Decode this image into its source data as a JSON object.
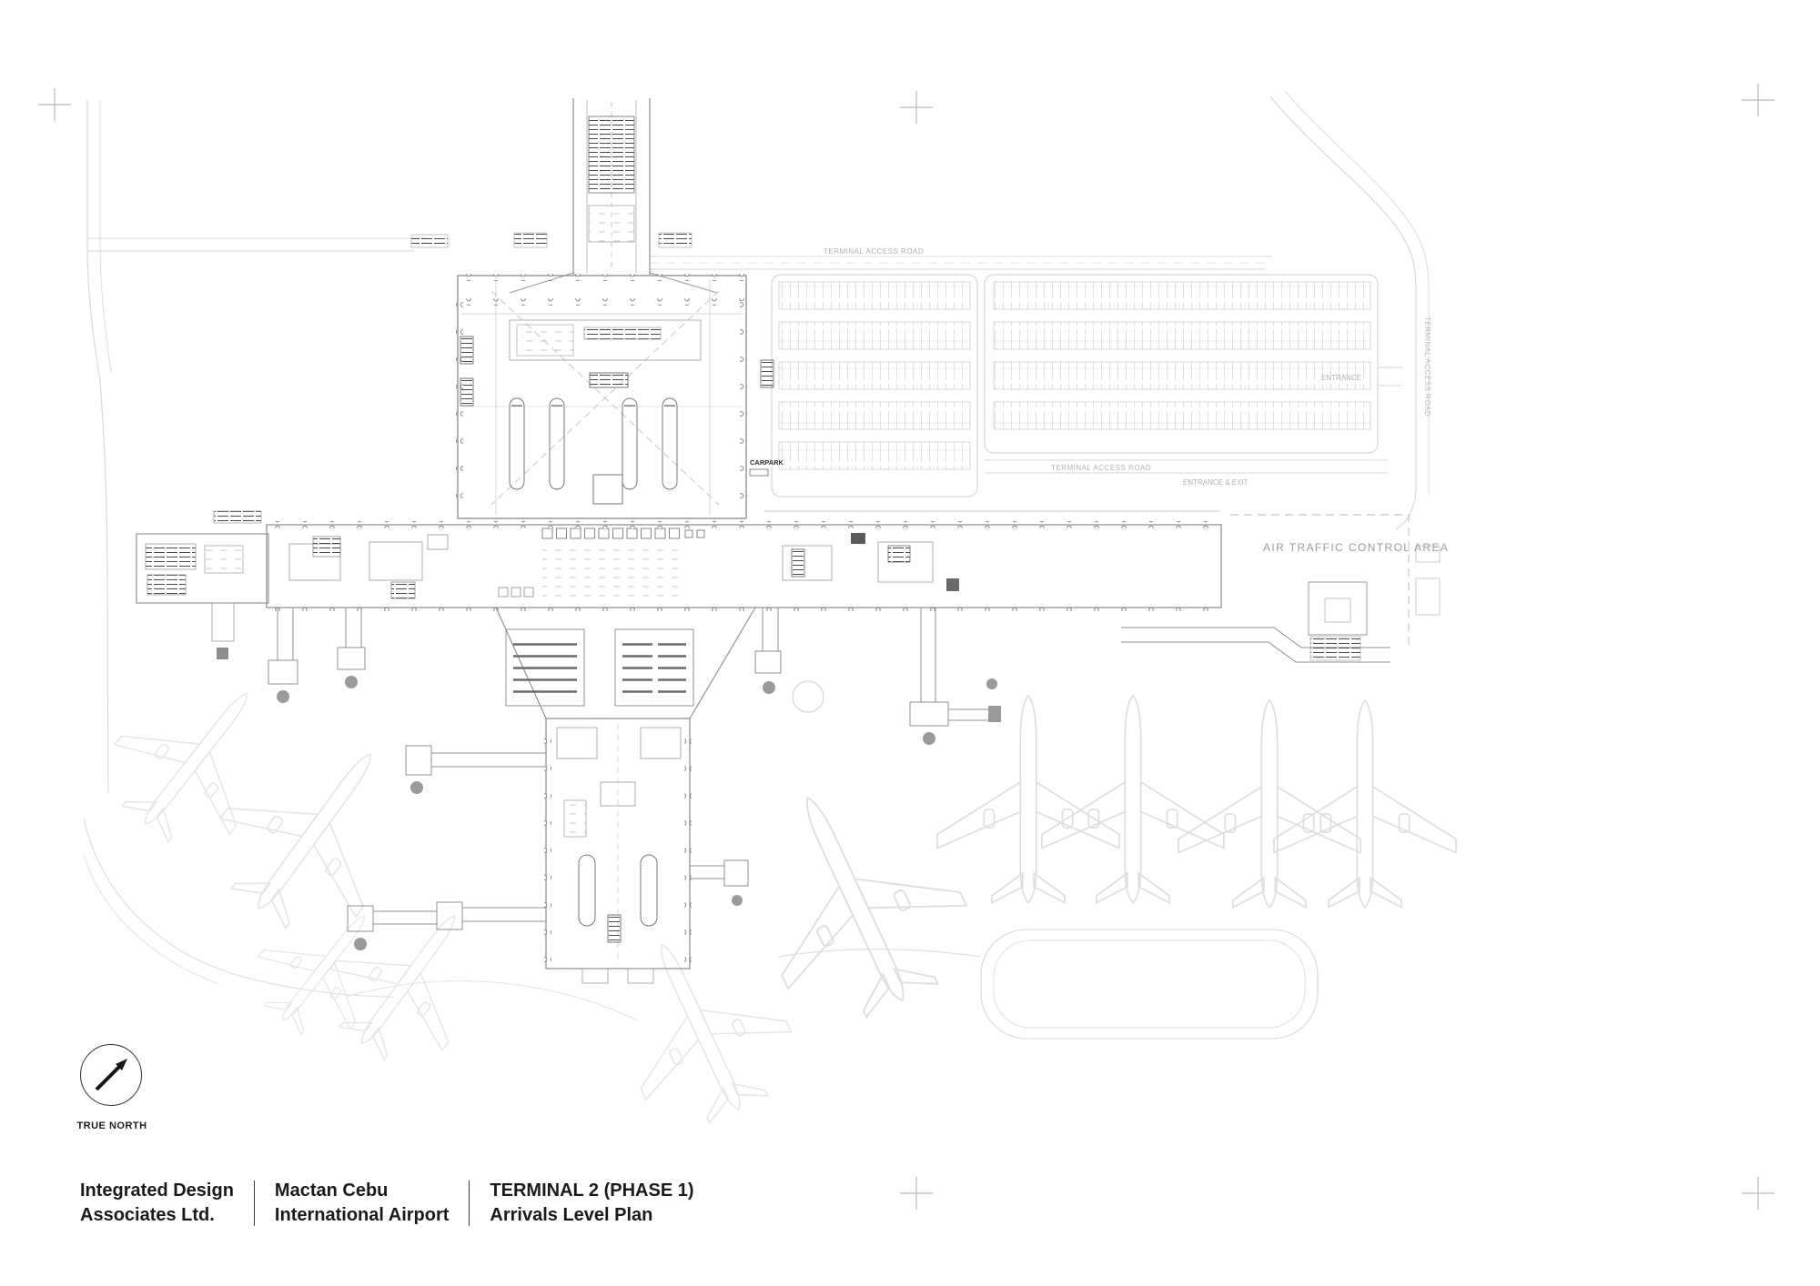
{
  "sheet": {
    "background": "#ffffff",
    "building_line_color": "#8f8f8f",
    "road_line_color": "#d0d0d0",
    "aircraft_line_color": "#dedede",
    "label_color": "#a8a8a8",
    "accent_dark": "#3d3d3d"
  },
  "plan_labels": {
    "terminal_access_road": "TERMINAL ACCESS ROAD",
    "air_traffic_control": "AIR TRAFFIC CONTROL AREA",
    "entrance": "ENTRANCE",
    "entrance_and_exit": "ENTRANCE & EXIT",
    "carpark": "CARPARK"
  },
  "north": {
    "label": "TRUE NORTH"
  },
  "title_block": {
    "firm": [
      "Integrated Design",
      "Associates Ltd."
    ],
    "project": [
      "Mactan Cebu",
      "International Airport"
    ],
    "drawing": [
      "TERMINAL 2 (PHASE 1)",
      "Arrivals Level Plan"
    ]
  }
}
